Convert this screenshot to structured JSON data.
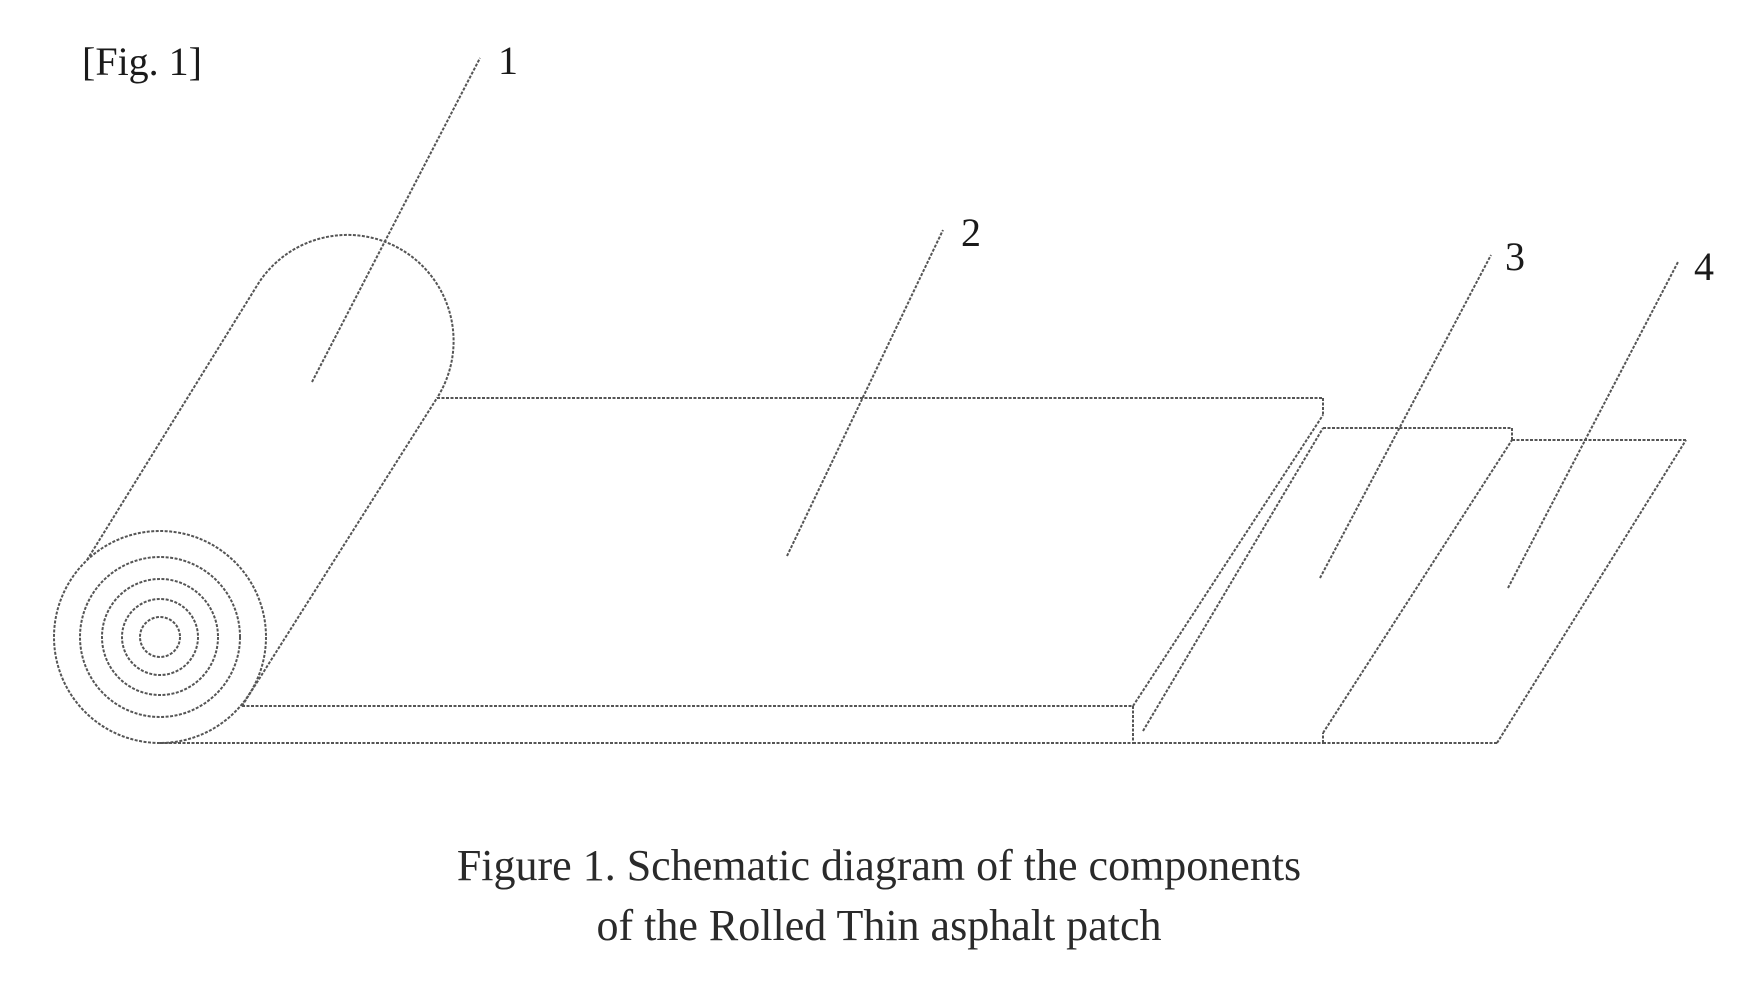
{
  "figure": {
    "label": "[Fig. 1]",
    "caption_line1": "Figure 1. Schematic diagram of the components",
    "caption_line2": "of the Rolled Thin asphalt patch"
  },
  "callouts": [
    {
      "id": "1",
      "label": "1"
    },
    {
      "id": "2",
      "label": "2"
    },
    {
      "id": "3",
      "label": "3"
    },
    {
      "id": "4",
      "label": "4"
    }
  ],
  "colors": {
    "line": "#555555",
    "text": "#1a1a1a"
  }
}
